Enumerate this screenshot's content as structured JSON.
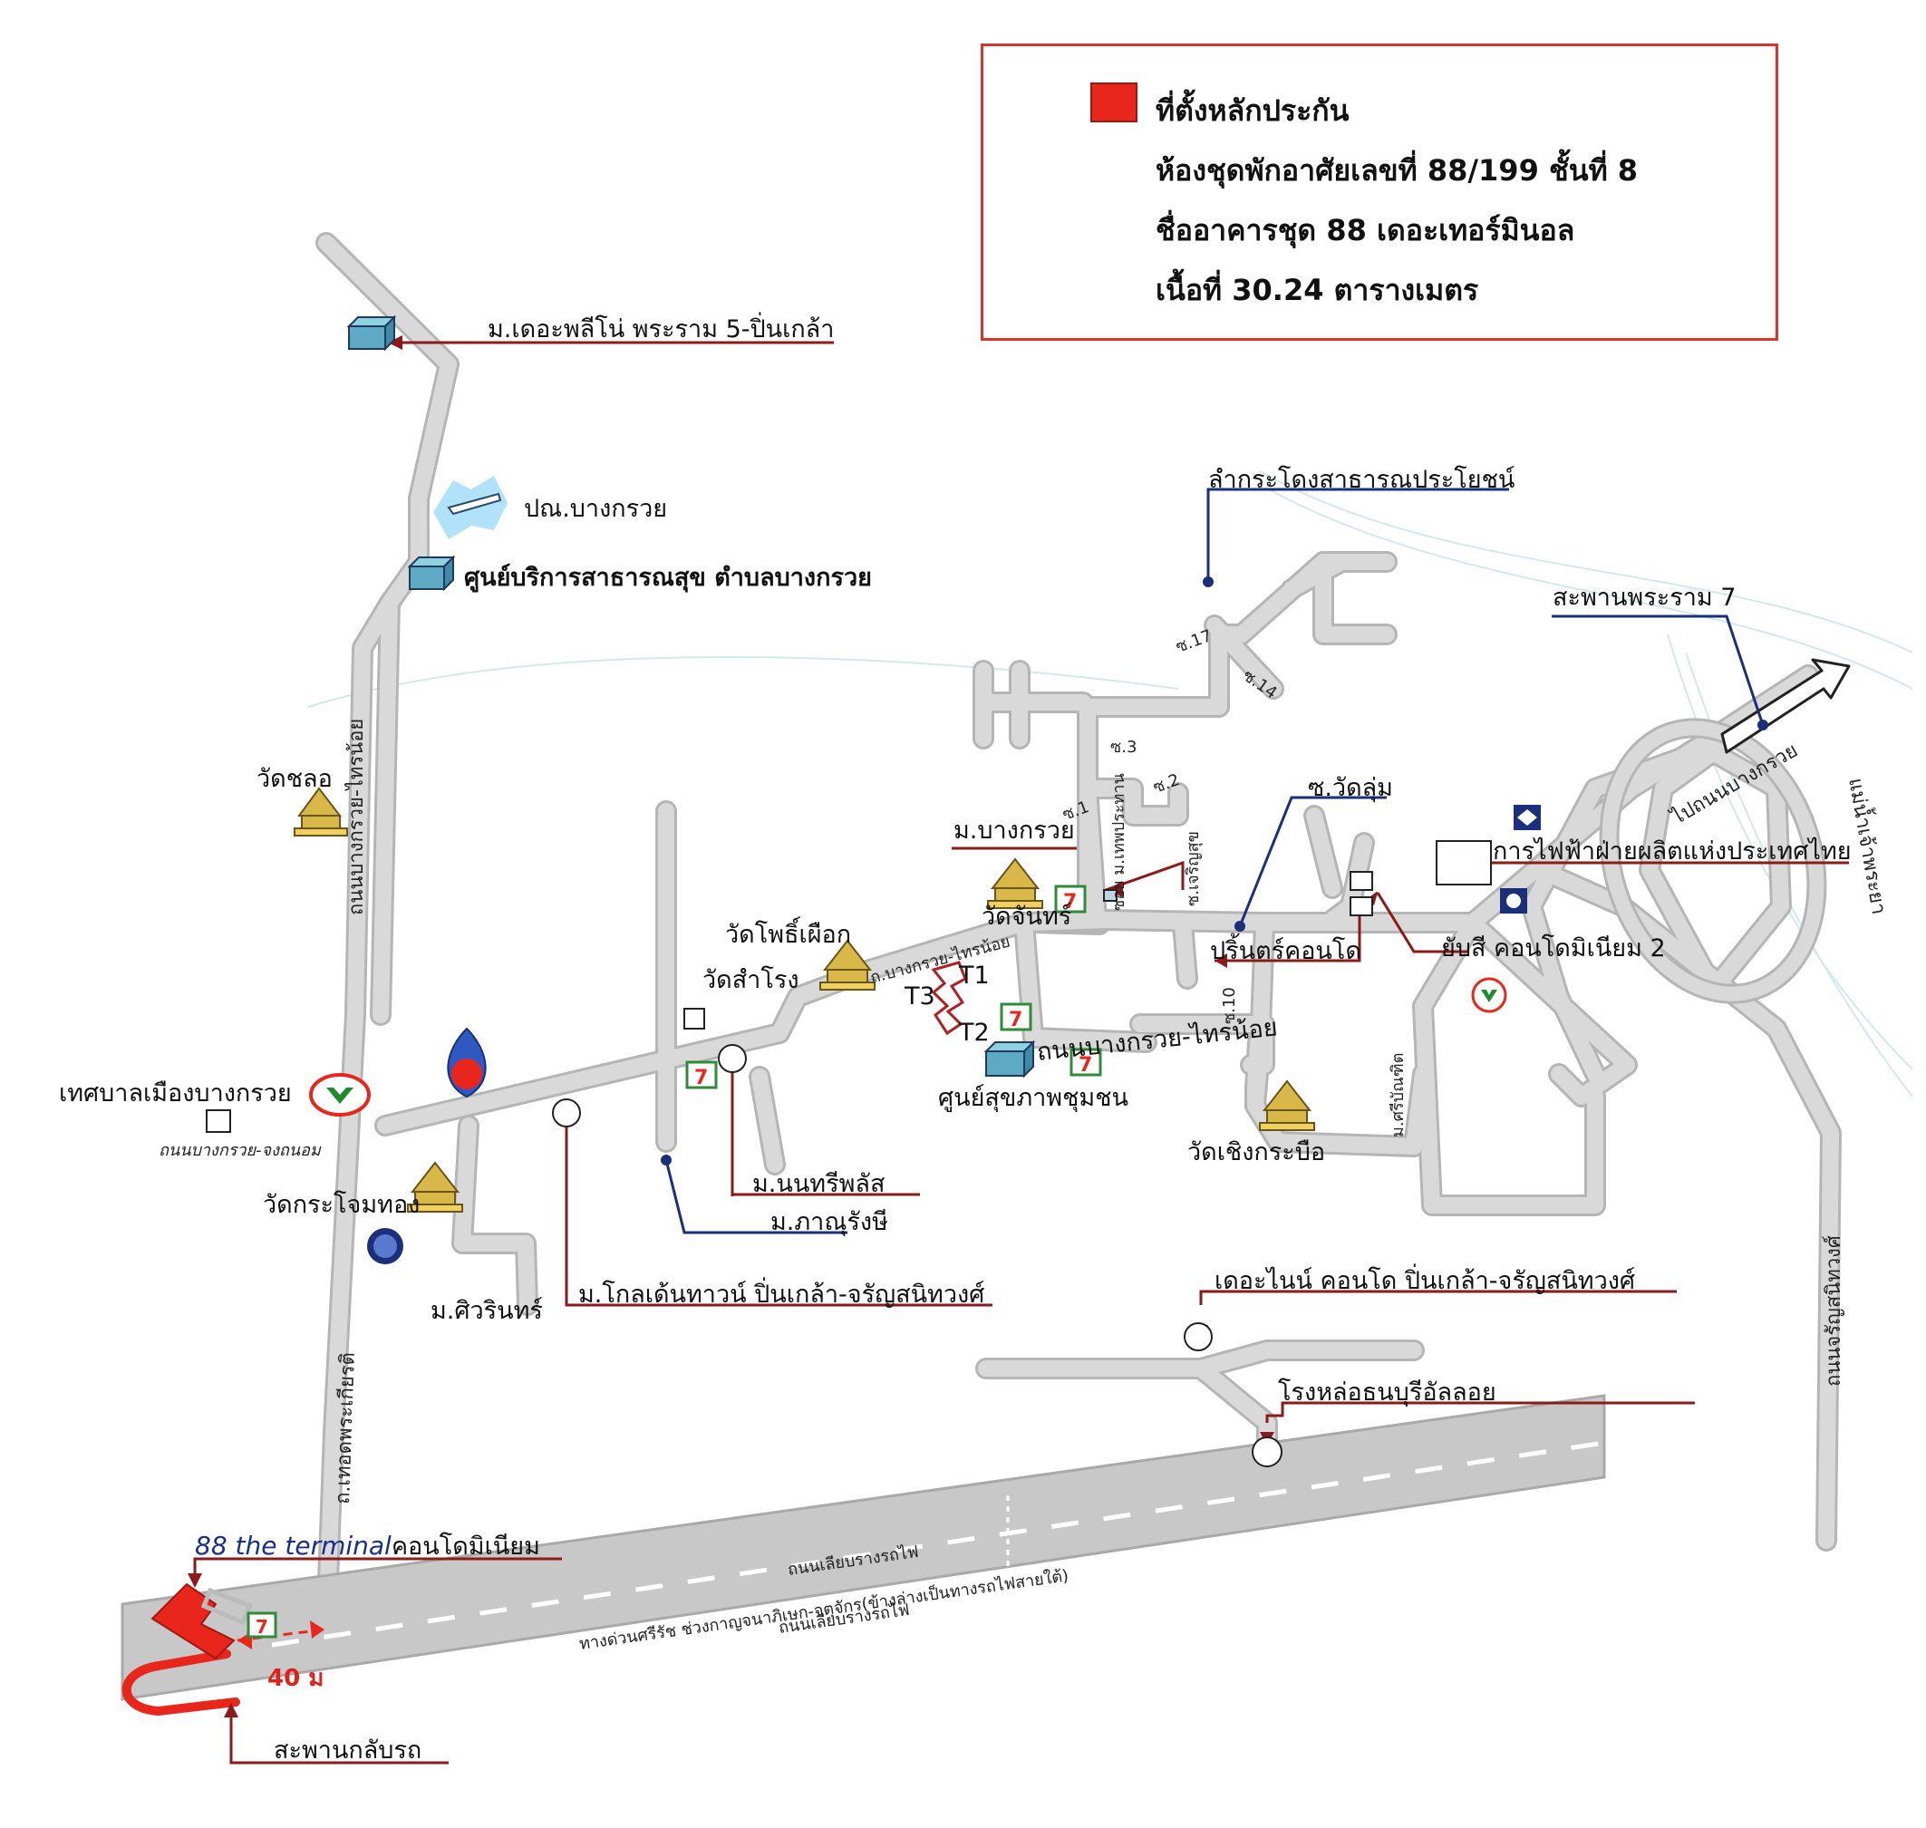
{
  "legend": {
    "title": "ที่ตั้งหลักประกัน",
    "line2": "ห้องชุดพักอาศัยเลขที่ 88/199  ชั้นที่ 8",
    "line3": "ชื่ออาคารชุด 88 เดอะเทอร์มินอล",
    "line4": "เนื้อที่  30.24  ตารางเมตร",
    "swatch_color": "#e8261c",
    "border_color": "#d9342b"
  },
  "labels": {
    "plenio": "ม.เดอะพลีโน่ พระราม 5-ปิ่นเกล้า",
    "post": "ปณ.บางกรวย",
    "health_center": "ศูนย์บริการสาธารณสุข ตำบลบางกรวย",
    "drain": "ลำกระโดงสาธารณประโยชน์",
    "rama7": "สะพานพระราม 7",
    "wat_chalo": "วัดชลอ",
    "road_bangkruai_sainoi_v": "ถนนบางกรวย-ไทรน้อย",
    "soi_watlum": "ซ.วัดลุ่ม",
    "m_bangkruai": "ม.บางกรวย",
    "wat_chan": "วัดจันทร์",
    "egat": "การไฟฟ้าฝ่ายผลิตแห่งประเทศไทย",
    "to_bangkruai": "ไปถนนบางกรวย",
    "river": "แม่น้ำเจ้าพระยา",
    "wat_phopueak": "วัดโพธิ์เผือก",
    "wat_samrong": "วัดสำโรง",
    "th_bangkruai_sainoi": "ถ.บางกรวย-ไทรน้อย",
    "prince_condo": "ปริ้นตร์คอนโด",
    "yubsi_condo": "ยับสี คอนโดมิเนียม 2",
    "t1": "T1",
    "t2": "T2",
    "t3": "T3",
    "road_bangkruai_sainoi_h": "ถนนบางกรวย-ไทรน้อย",
    "community_health": "ศูนย์สุขภาพชุมชน",
    "municipality": "เทศบาลเมืองบางกรวย",
    "road_bangkruai_chongthanom": "ถนนบางกรวย-จงถนอม",
    "wat_choengkrabue": "วัดเชิงกระบือ",
    "m_nonthreeplus": "ม.นนทรีพลัส",
    "wat_krachomthong": "วัดกระโจมทอง",
    "m_phanrungsi": "ม.ภาณุรังษี",
    "m_siwarin": "ม.ศิวรินทร์",
    "m_golden_town": "ม.โกลเด้นทาวน์ ปิ่นเกล้า-จรัญสนิทวงศ์",
    "the_nine": "เดอะไนน์  คอนโด ปิ่นเกล้า-จรัญสนิทวงศ์",
    "charan_road": "ถนนจรัญสนิทวงศ์",
    "foundry": "โรงหล่อธนบุรีอัลลอย",
    "th_thepphrakiat": "ถ.เทอดพระเกียรติ",
    "terminal_en": "88 the terminal",
    "terminal_th": "คอนโดมิเนียม",
    "rail_side_top": "ถนนเลียบรางรถไฟ",
    "expressway": "ทางด่วนศรีรัช ช่วงกาญจนาภิเษก-จตุจักร(ข้างล่างเป็นทางรถไฟสายใต้)",
    "rail_side_bottom": "ถนนเลียบรางรถไฟ",
    "distance": "40 ม",
    "u_turn_bridge": "สะพานกลับรถ",
    "soi17": "ซ.17",
    "soi14": "ซ.14",
    "soi3": "ซ.3",
    "soi1": "ซ.1",
    "soi2": "ซ.2",
    "soi_thepprathan": "ซอย ม.เทพประทาน",
    "soi_charoensuk": "ซ.เจริญสุข",
    "soi10": "ซ.10",
    "m_sribunchit": "ม.ศรีบัณฑิต"
  },
  "colors": {
    "road": "#cfcfcf",
    "road_edge": "#b5b5b5",
    "leader_red": "#8b1a1a",
    "leader_blue": "#1b2f7a",
    "highlight": "#e8261c",
    "seven_eleven_green": "#2e8b3a",
    "bank_green": "#1f8a2e"
  },
  "icons": [
    "post-envelope-icon",
    "building-cube-icon",
    "temple-icon",
    "seven-eleven-icon",
    "ptt-icon",
    "kbank-icon",
    "bank-icon",
    "location-circle-icon",
    "condo-footprint-icon"
  ]
}
